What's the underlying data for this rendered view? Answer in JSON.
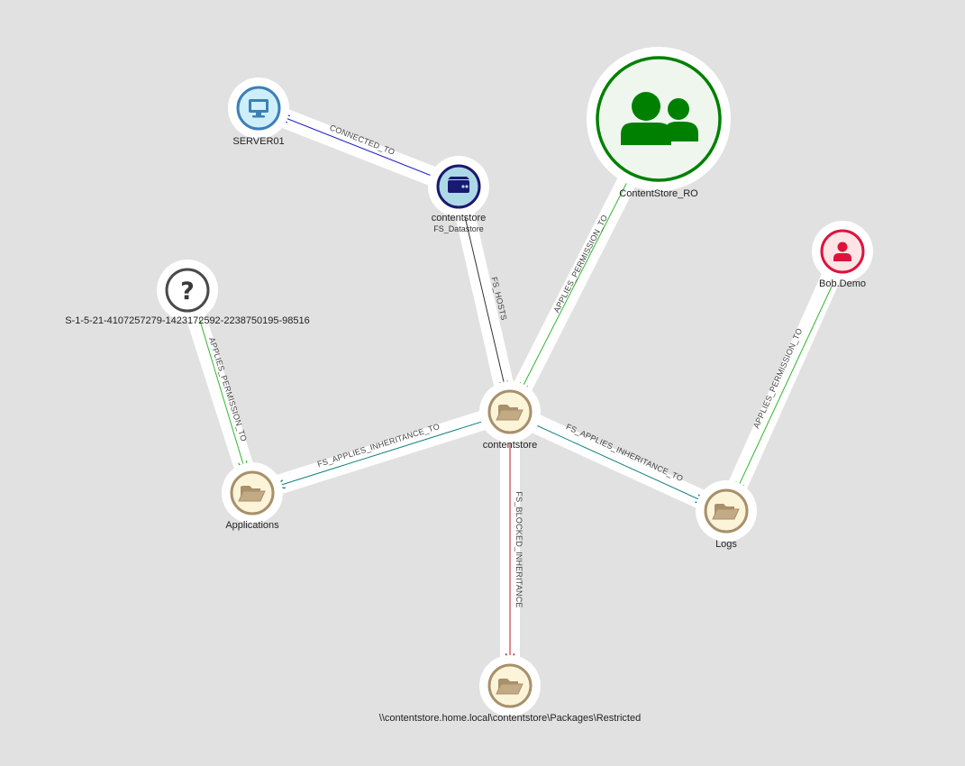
{
  "colors": {
    "background": "#e1e1e1",
    "halo": "#ffffff",
    "edge_connected": "#1f1fcf",
    "edge_hosts": "#333333",
    "edge_permission": "#2eb82e",
    "edge_inheritance": "#138080",
    "edge_blocked": "#c0141b"
  },
  "nodes": {
    "server01": {
      "label": "SERVER01",
      "icon": "monitor-icon",
      "fill": "#cdeefa",
      "stroke": "#3d7fb5"
    },
    "datastore": {
      "label": "contentstore",
      "sublabel": "FS_Datastore",
      "icon": "server-drive-icon",
      "fill": "#add8e6",
      "stroke": "#191970"
    },
    "group": {
      "label": "ContentStore_RO",
      "icon": "users-group-icon",
      "fill": "#eef6ee",
      "stroke": "#008000"
    },
    "unknown": {
      "label": "S-1-5-21-4107257279-1423172592-2238750195-98516",
      "icon": "question-mark-icon",
      "fill": "#ffffff",
      "stroke": "#4a4a4a"
    },
    "user": {
      "label": "Bob.Demo",
      "icon": "user-icon",
      "fill": "#ffe4e6",
      "stroke": "#dc143c"
    },
    "root_folder": {
      "label": "contentstore",
      "icon": "folder-open-icon",
      "fill": "#fcf4d9",
      "stroke": "#a8906b"
    },
    "applications": {
      "label": "Applications",
      "icon": "folder-open-icon",
      "fill": "#fcf4d9",
      "stroke": "#a8906b"
    },
    "logs": {
      "label": "Logs",
      "icon": "folder-open-icon",
      "fill": "#fcf4d9",
      "stroke": "#a8906b"
    },
    "restricted": {
      "label": "\\\\contentstore.home.local\\contentstore\\Packages\\Restricted",
      "icon": "folder-open-icon",
      "fill": "#fcf4d9",
      "stroke": "#a8906b"
    }
  },
  "edges": {
    "connected_to": {
      "label": "CONNECTED_TO",
      "from": "contentstore",
      "to": "SERVER01"
    },
    "fs_hosts": {
      "label": "FS_HOSTS",
      "from": "contentstore",
      "to": "contentstore"
    },
    "perm_group": {
      "label": "APPLIES_PERMISSION_TO",
      "from": "ContentStore_RO",
      "to": "contentstore"
    },
    "perm_user": {
      "label": "APPLIES_PERMISSION_TO",
      "from": "Bob.Demo",
      "to": "Logs"
    },
    "perm_unknown": {
      "label": "APPLIES_PERMISSION_TO",
      "from": "S-1-5-21-4107257279-1423172592-2238750195-98516",
      "to": "Applications"
    },
    "inherit_apps": {
      "label": "FS_APPLIES_INHERITANCE_TO",
      "from": "contentstore",
      "to": "Applications"
    },
    "inherit_logs": {
      "label": "FS_APPLIES_INHERITANCE_TO",
      "from": "contentstore",
      "to": "Logs"
    },
    "blocked": {
      "label": "FS_BLOCKED_INHERITANCE",
      "from": "contentstore",
      "to": "\\\\contentstore.home.local\\contentstore\\Packages\\Restricted"
    }
  }
}
